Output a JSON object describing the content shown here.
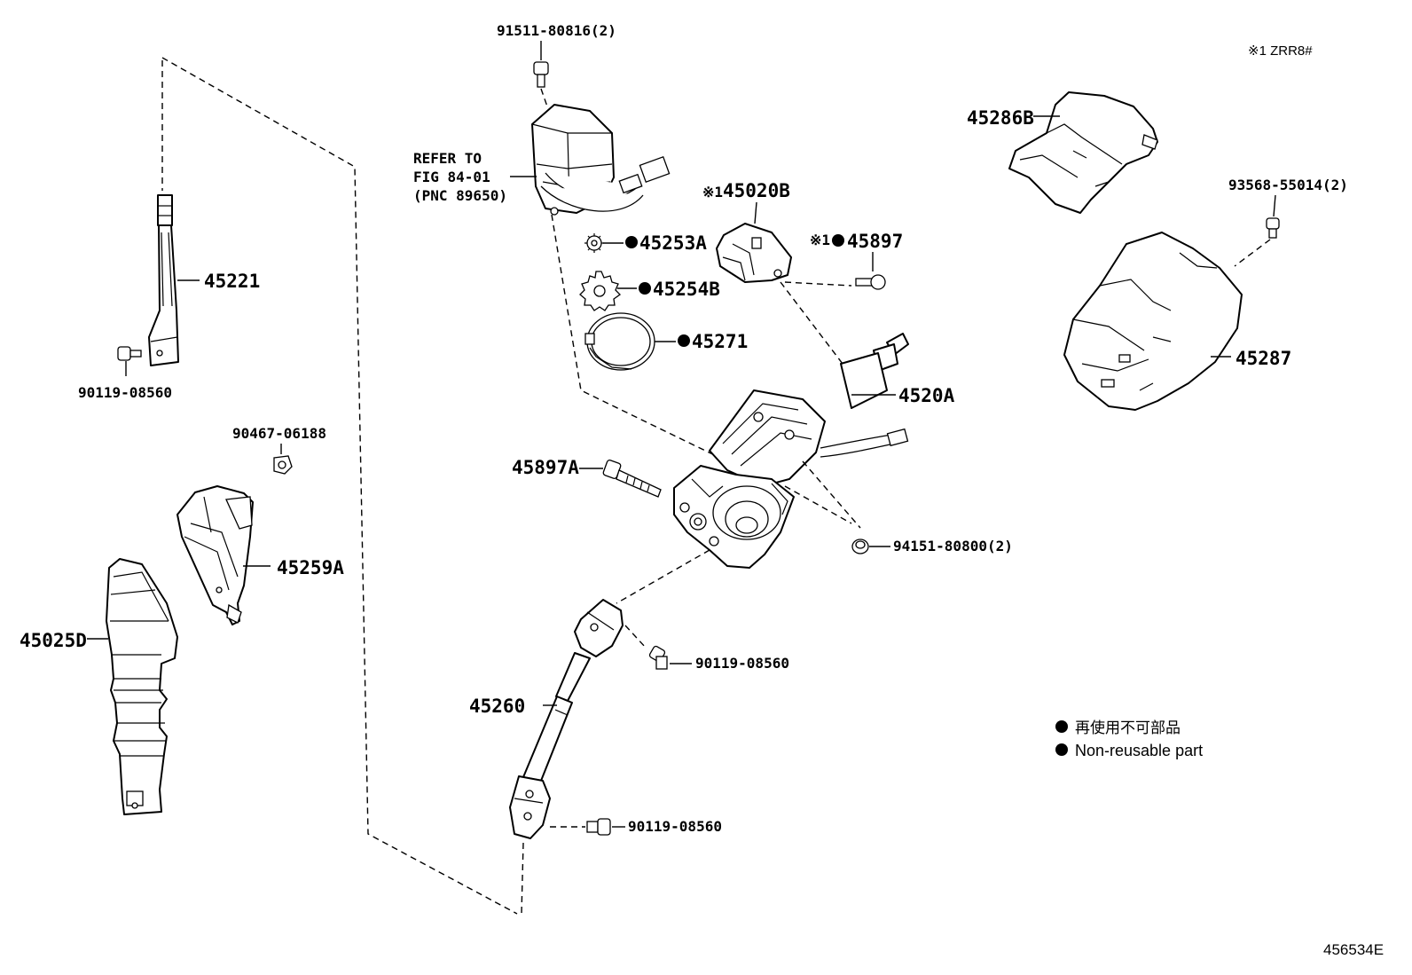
{
  "diagram": {
    "note_top_right": "※1 ZRR8#",
    "legend": {
      "line1": "再使用不可部品",
      "line2": "Non-reusable part"
    },
    "footer_code": "456534E",
    "refer_note": {
      "line1": "REFER TO",
      "line2": "FIG 84-01",
      "line3": "(PNC 89650)"
    },
    "parts": {
      "p91511": "91511-80816(2)",
      "p45221": "45221",
      "p90119_a": "90119-08560",
      "p90467": "90467-06188",
      "p45259A": "45259A",
      "p45025D": "45025D",
      "p45253A": "45253A",
      "p45254B": "45254B",
      "p45271": "45271",
      "p45020B_mark": "※1",
      "p45020B": "45020B",
      "p45897_mark": "※1",
      "p45897": "45897",
      "p4520A": "4520A",
      "p45897A": "45897A",
      "p94151": "94151-80800(2)",
      "p90119_b": "90119-08560",
      "p45260": "45260",
      "p90119_c": "90119-08560",
      "p45286B": "45286B",
      "p93568": "93568-55014(2)",
      "p45287": "45287"
    }
  }
}
